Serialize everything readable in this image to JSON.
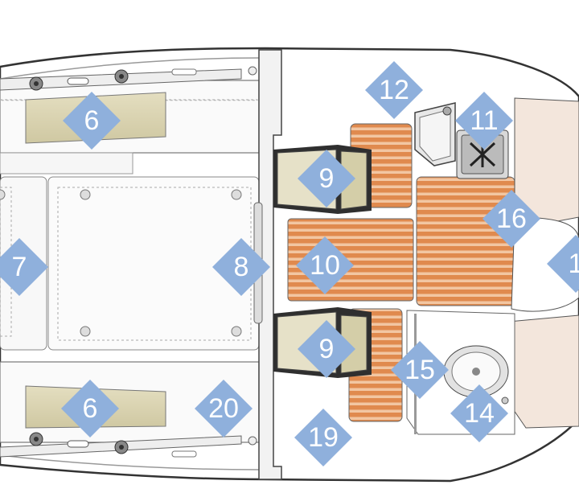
{
  "markers": [
    {
      "id": "m6-top",
      "label": "6"
    },
    {
      "id": "m6-bottom",
      "label": "6"
    },
    {
      "id": "m7",
      "label": "7"
    },
    {
      "id": "m8",
      "label": "8"
    },
    {
      "id": "m9-top",
      "label": "9"
    },
    {
      "id": "m9-bottom",
      "label": "9"
    },
    {
      "id": "m10",
      "label": "10"
    },
    {
      "id": "m11",
      "label": "11"
    },
    {
      "id": "m12",
      "label": "12"
    },
    {
      "id": "m14",
      "label": "14"
    },
    {
      "id": "m15",
      "label": "15"
    },
    {
      "id": "m16",
      "label": "16"
    },
    {
      "id": "m17",
      "label": "1"
    },
    {
      "id": "m19",
      "label": "19"
    },
    {
      "id": "m20",
      "label": "20"
    }
  ],
  "colors": {
    "marker": "#8fb0dc",
    "teak": "#e08a4e",
    "cushion": "#dcd6b4",
    "bunk": "#f3e6dc",
    "outline": "#555555"
  },
  "icons": [
    "seat-icon",
    "sink-icon",
    "stove-icon",
    "toilet-icon",
    "cleat-icon"
  ]
}
